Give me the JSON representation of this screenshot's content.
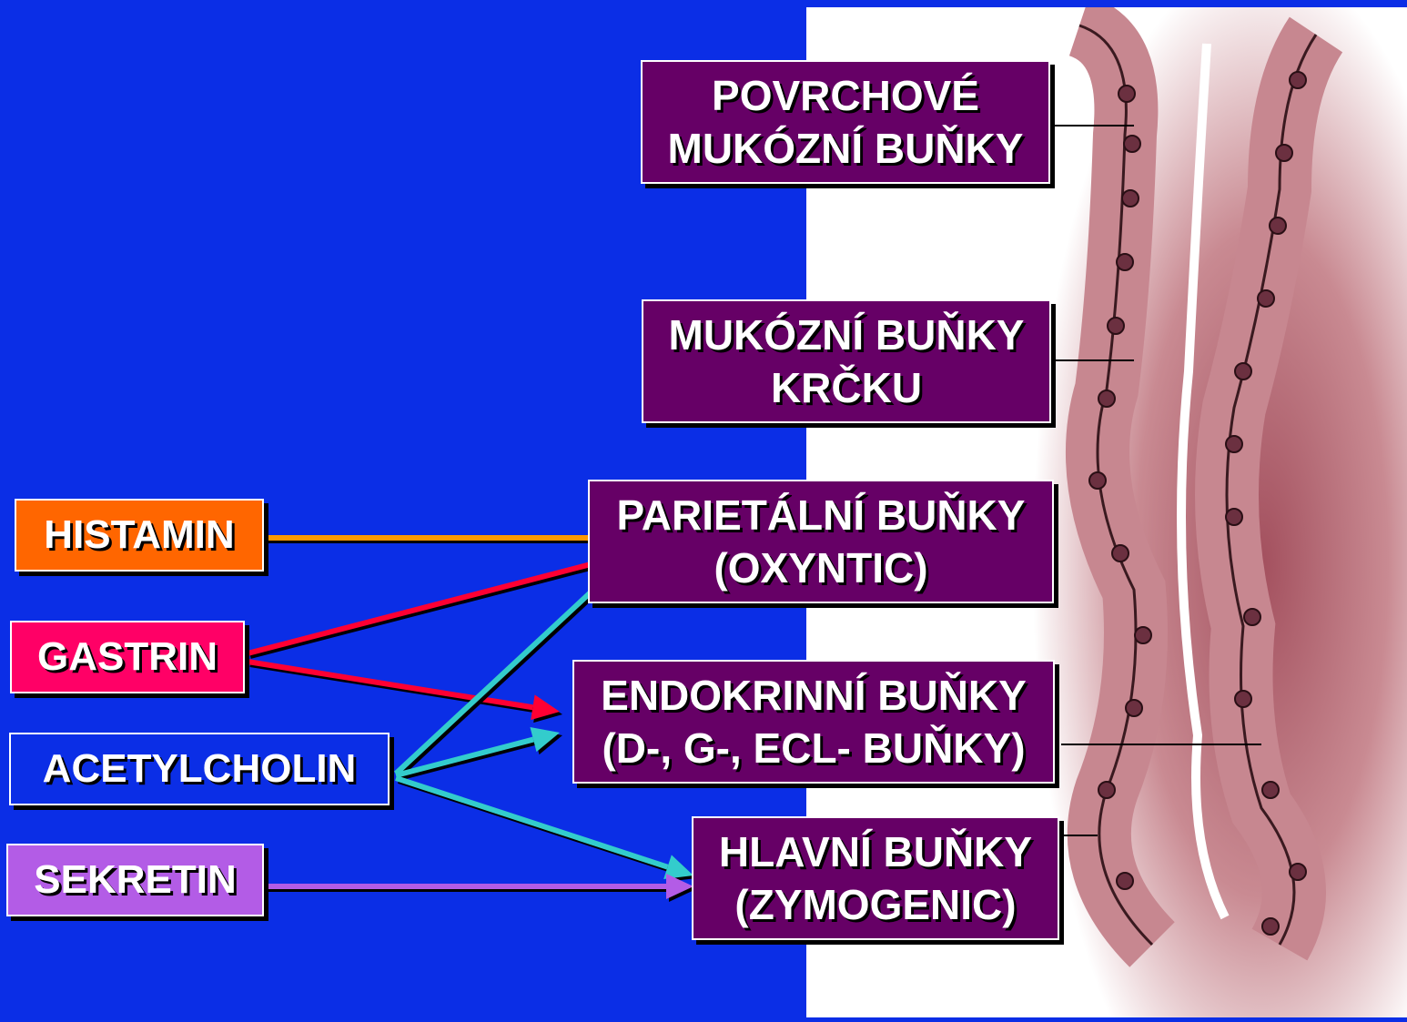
{
  "cell_boxes": {
    "povrchove": [
      "POVRCHOVÉ",
      "MUKÓZNÍ BUŇKY"
    ],
    "krcku": [
      "MUKÓZNÍ BUŇKY",
      "KRČKU"
    ],
    "parietal": [
      "PARIETÁLNÍ BUŇKY",
      "(OXYNTIC)"
    ],
    "endokrin": [
      "ENDOKRINNÍ BUŇKY",
      "(D-, G-, ECL- BUŇKY)"
    ],
    "hlavni": [
      "HLAVNÍ BUŇKY",
      "(ZYMOGENIC)"
    ]
  },
  "regulators": {
    "histamin": "HISTAMIN",
    "gastrin": "GASTRIN",
    "acetylcholin": "ACETYLCHOLIN",
    "sekretin": "SEKRETIN"
  },
  "colors": {
    "background": "#0b2ee6",
    "cell_box": "#660066",
    "histamin": "#ff9900",
    "gastrin": "#ff0033",
    "acetylcholin": "#33cccc",
    "sekretin": "#b35ce6",
    "tissue": "#a3505e"
  },
  "connections": [
    {
      "from": "HISTAMIN",
      "to": "PARIETÁLNÍ BUŇKY"
    },
    {
      "from": "GASTRIN",
      "to": "PARIETÁLNÍ BUŇKY"
    },
    {
      "from": "GASTRIN",
      "to": "ENDOKRINNÍ BUŇKY"
    },
    {
      "from": "ACETYLCHOLIN",
      "to": "PARIETÁLNÍ BUŇKY"
    },
    {
      "from": "ACETYLCHOLIN",
      "to": "ENDOKRINNÍ BUŇKY"
    },
    {
      "from": "ACETYLCHOLIN",
      "to": "HLAVNÍ BUŇKY"
    },
    {
      "from": "SEKRETIN",
      "to": "HLAVNÍ BUŇKY"
    }
  ]
}
